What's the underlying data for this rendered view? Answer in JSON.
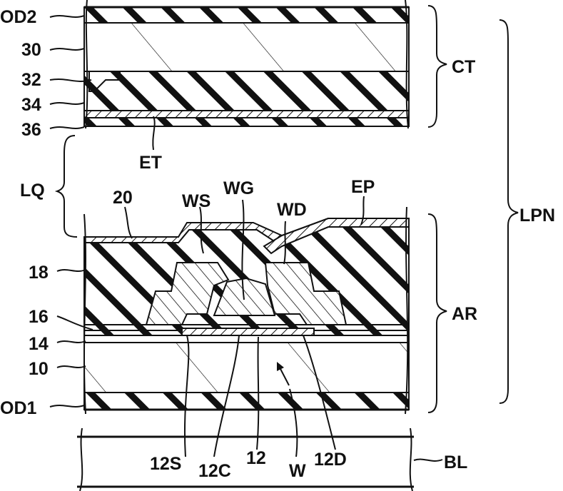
{
  "figure": {
    "labels": {
      "od2": "OD2",
      "l30": "30",
      "l32": "32",
      "l34": "34",
      "l36": "36",
      "et": "ET",
      "lq": "LQ",
      "l20": "20",
      "ws": "WS",
      "wg": "WG",
      "wd": "WD",
      "ep": "EP",
      "l18": "18",
      "l16": "16",
      "l14": "14",
      "l10": "10",
      "od1": "OD1",
      "l12s": "12S",
      "l12c": "12C",
      "l12": "12",
      "w": "W",
      "l12d": "12D",
      "bl": "BL",
      "ct": "CT",
      "ar": "AR",
      "lpn": "LPN"
    }
  }
}
